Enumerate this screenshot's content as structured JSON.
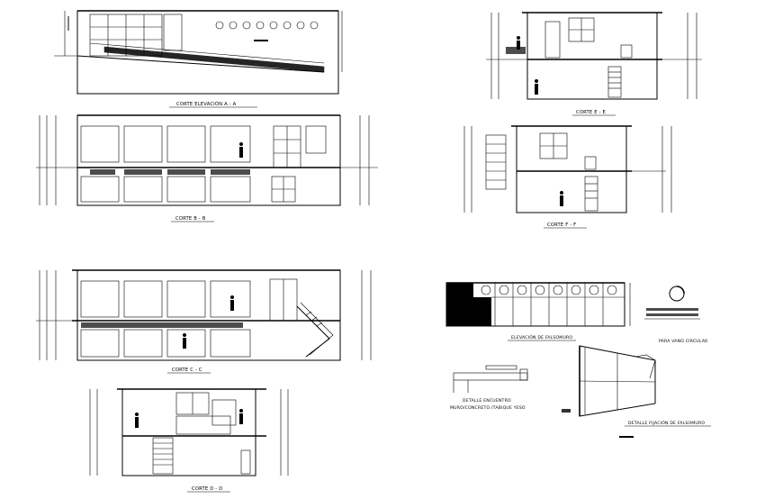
{
  "labels": {
    "corte_a": "CORTE ELEVACIÓN A - A",
    "corte_b": "CORTE B - B",
    "corte_c": "CORTE C - C",
    "corte_d": "CORTE D - D",
    "corte_e": "CORTE E - E",
    "corte_f": "CORTE F - F",
    "elev_falsomuro": "ELEVACIÓN DE FALSOMURO",
    "para_vano": "PARA VANO CIRCULAR",
    "detalle_encuentro_1": "DETALLE ENCUENTRO",
    "detalle_encuentro_2": "MURO/CONCRETO /TABIQUE YESO",
    "detalle_fijacion": "DETALLE FIJACIÓN DE FALSOMURO"
  }
}
